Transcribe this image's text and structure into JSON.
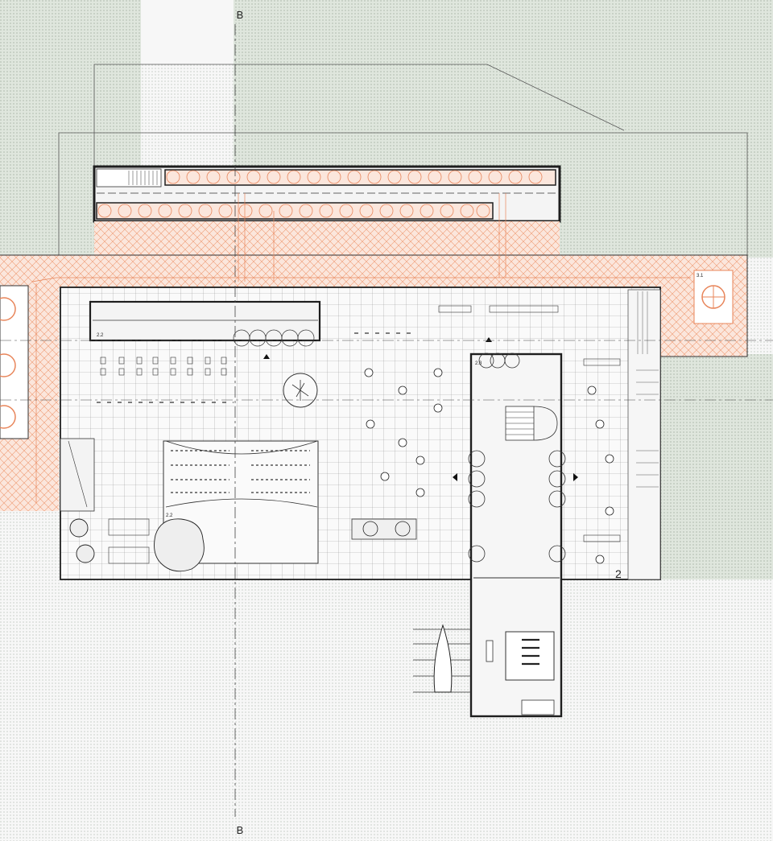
{
  "plan": {
    "section_marks": {
      "top": "B",
      "bottom": "B"
    },
    "labels": {
      "north_terrace": "3.1",
      "west_wing": "2.2",
      "auditorium": "2.2",
      "central_block": "2.3",
      "floor_number": "2"
    }
  },
  "colors": {
    "site_dots": "#cfd6cf",
    "terrace": "#e8855a",
    "grid_line": "#9a9a9a",
    "wall": "#1e1e1e",
    "paper": "#f4f4f4"
  }
}
